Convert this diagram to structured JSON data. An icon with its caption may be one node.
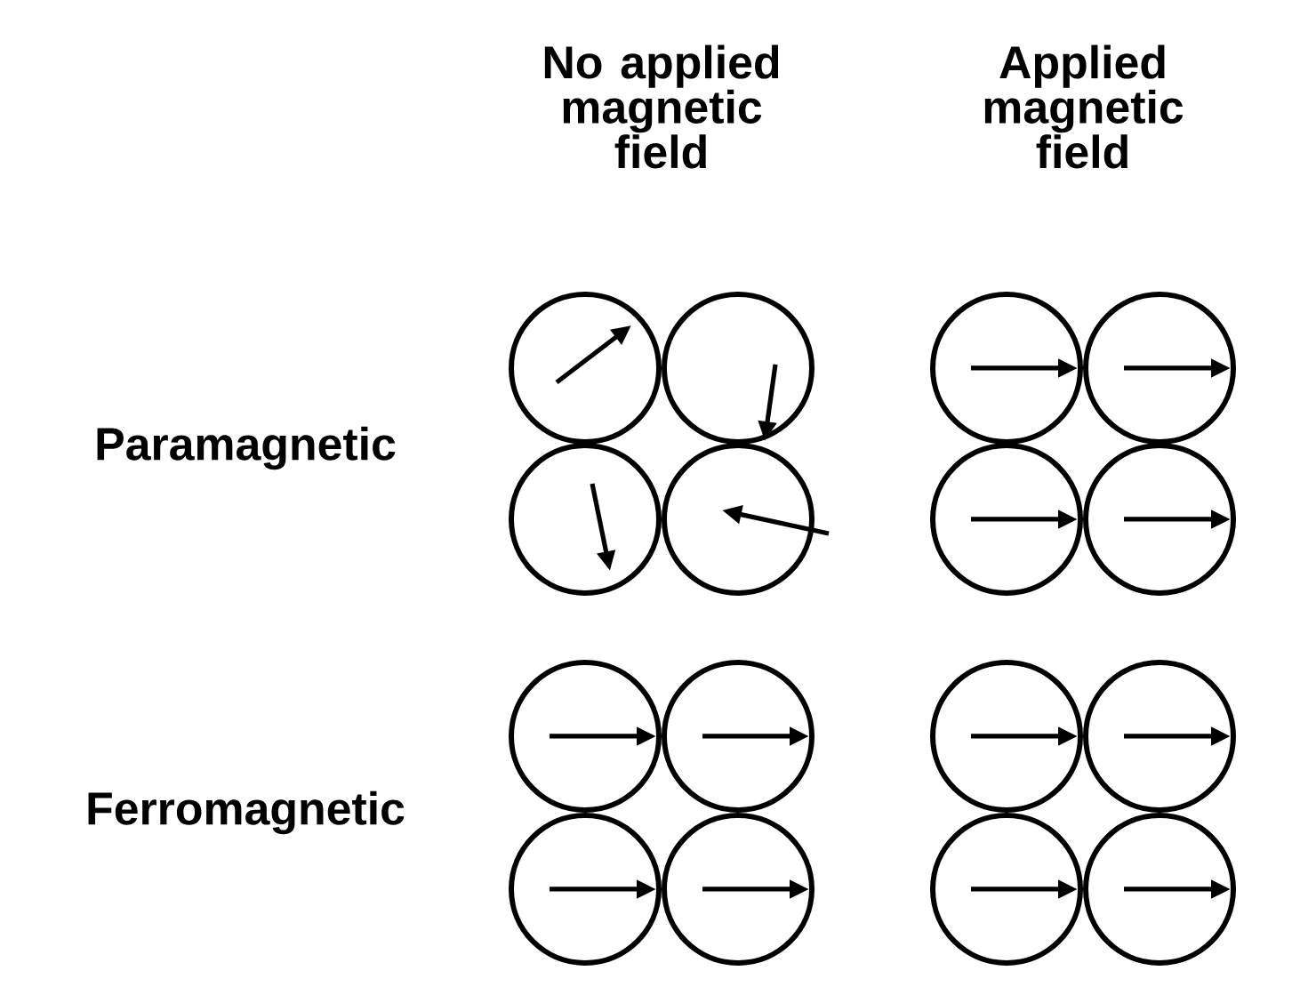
{
  "diagram": {
    "nodes": [
      {
        "text": [],
        "shape": "circle"
      },
      {
        "text": [],
        "shape": "circle"
      },
      {
        "text": [],
        "shape": "circle"
      },
      {
        "text": [],
        "shape": "circle"
      },
      {
        "text": [],
        "shape": "circle"
      },
      {
        "text": [],
        "shape": "circle"
      },
      {
        "text": [],
        "shape": "circle"
      },
      {
        "text": [],
        "shape": "circle"
      },
      {
        "text": [],
        "shape": "circle"
      },
      {
        "text": [],
        "shape": "circle"
      },
      {
        "text": [],
        "shape": "circle"
      },
      {
        "text": [],
        "shape": "circle"
      },
      {
        "text": [],
        "shape": "circle"
      },
      {
        "text": [],
        "shape": "circle"
      },
      {
        "text": [],
        "shape": "circle"
      },
      {
        "text": [],
        "shape": "circle"
      }
    ],
    "labels": [
      "No applied magnetic field",
      "Applied magnetic field",
      "Paramagnetic",
      "Ferromagnetic"
    ]
  }
}
